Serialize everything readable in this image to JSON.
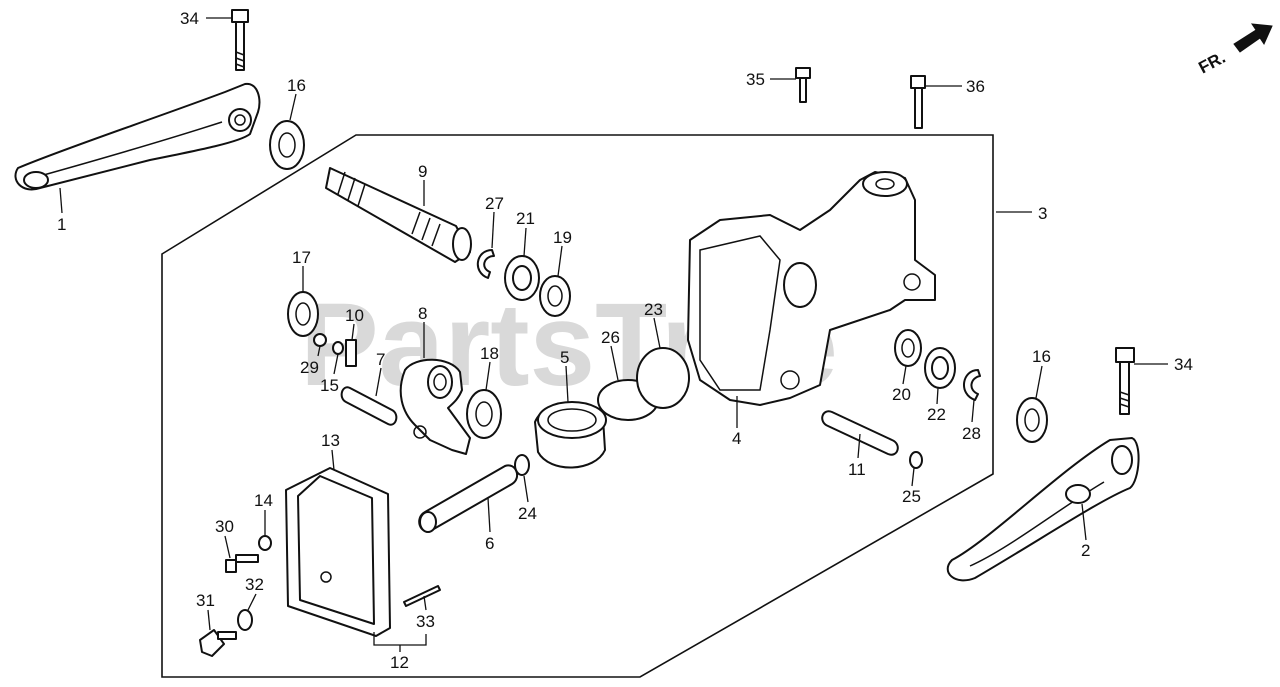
{
  "watermark": "PartsTree",
  "front_indicator": {
    "label": "FR.",
    "color": "#111111"
  },
  "callouts": [
    "34",
    "16",
    "1",
    "9",
    "27",
    "21",
    "19",
    "17",
    "10",
    "8",
    "29",
    "15",
    "7",
    "18",
    "5",
    "26",
    "23",
    "3",
    "35",
    "36",
    "4",
    "20",
    "22",
    "28",
    "16",
    "34",
    "11",
    "25",
    "2",
    "13",
    "14",
    "30",
    "24",
    "6",
    "31",
    "32",
    "33",
    "12"
  ]
}
